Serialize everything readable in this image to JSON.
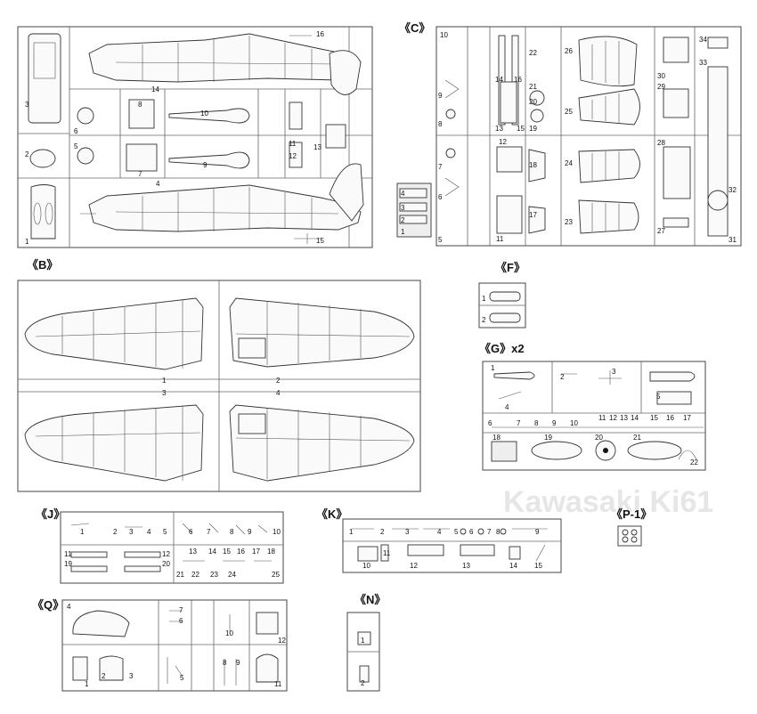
{
  "sections": {
    "A": {
      "label": "",
      "numbers": [
        "1",
        "2",
        "3",
        "4",
        "5",
        "6",
        "7",
        "8",
        "9",
        "10",
        "11",
        "12",
        "13",
        "14",
        "15",
        "16"
      ]
    },
    "B": {
      "label": "《B》",
      "numbers": [
        "1",
        "2",
        "3",
        "4"
      ]
    },
    "C": {
      "label": "《C》",
      "numbers": [
        "1",
        "2",
        "3",
        "4",
        "5",
        "6",
        "7",
        "8",
        "9",
        "10",
        "11",
        "12",
        "13",
        "14",
        "15",
        "16",
        "17",
        "18",
        "19",
        "20",
        "21",
        "22",
        "23",
        "24",
        "25",
        "26",
        "27",
        "28",
        "29",
        "30",
        "31",
        "32",
        "33",
        "34"
      ]
    },
    "F": {
      "label": "《F》",
      "numbers": [
        "1",
        "2"
      ]
    },
    "G": {
      "label": "《G》x2",
      "numbers": [
        "1",
        "2",
        "3",
        "4",
        "5",
        "6",
        "7",
        "8",
        "9",
        "10",
        "11",
        "12",
        "13",
        "14",
        "15",
        "16",
        "17",
        "18",
        "19",
        "20",
        "21",
        "22"
      ]
    },
    "J": {
      "label": "《J》",
      "numbers": [
        "1",
        "2",
        "3",
        "4",
        "5",
        "6",
        "7",
        "8",
        "9",
        "10",
        "11",
        "12",
        "13",
        "14",
        "15",
        "16",
        "17",
        "18",
        "19",
        "20",
        "21",
        "22",
        "23",
        "24",
        "25"
      ]
    },
    "K": {
      "label": "《K》",
      "numbers": [
        "1",
        "2",
        "3",
        "4",
        "5",
        "6",
        "7",
        "8",
        "9",
        "10",
        "11",
        "12",
        "13",
        "14",
        "15"
      ]
    },
    "P1": {
      "label": "《P-1》",
      "numbers": []
    },
    "Q": {
      "label": "《Q》",
      "numbers": [
        "1",
        "2",
        "3",
        "4",
        "5",
        "6",
        "7",
        "8",
        "9",
        "10",
        "11",
        "12"
      ]
    },
    "N": {
      "label": "《N》",
      "numbers": [
        "1",
        "2"
      ]
    }
  },
  "background_text": "Kawasaki Ki61",
  "colors": {
    "line": "#333333",
    "frame": "#444444",
    "clear_part": "#eeeeee",
    "dark_part": "#111111"
  }
}
